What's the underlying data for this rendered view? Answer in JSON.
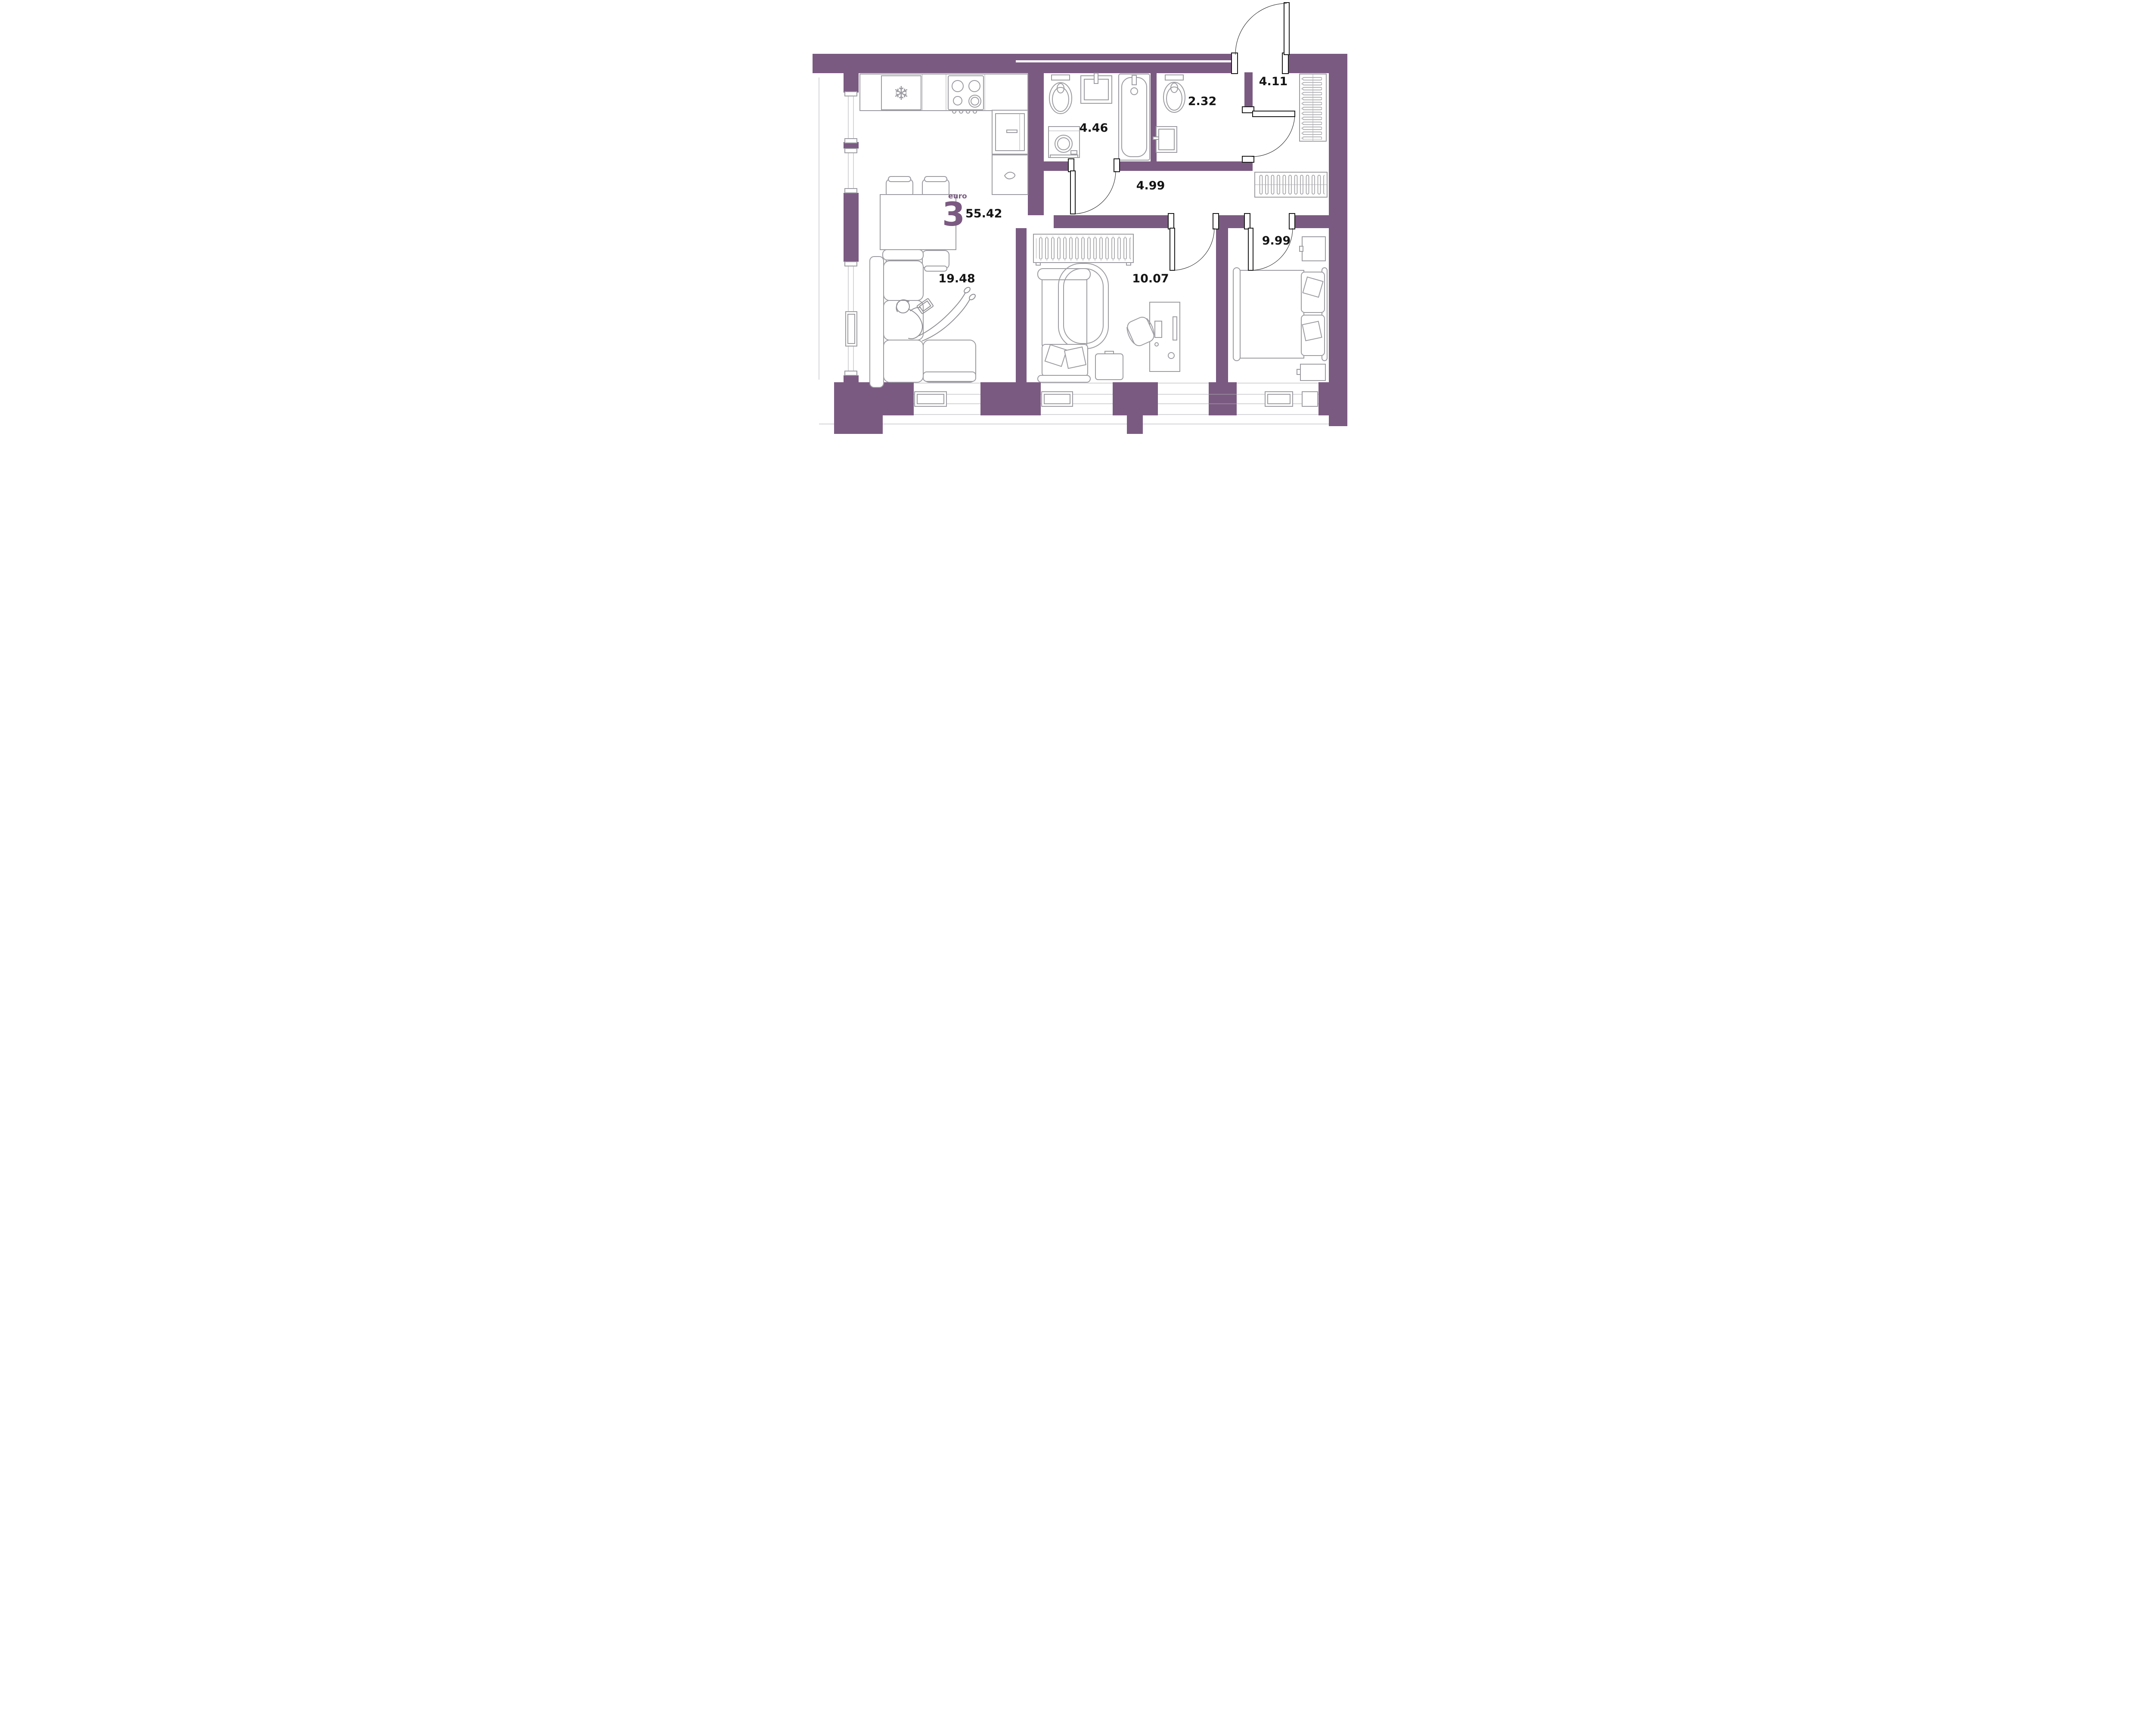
{
  "plan": {
    "summary": {
      "type_label": "euro",
      "rooms_count": "3",
      "total_area": "55.42"
    },
    "rooms": {
      "kitchen_living": {
        "label": "19.48"
      },
      "bathroom": {
        "label": "4.46"
      },
      "wc": {
        "label": "2.32"
      },
      "hallway": {
        "label": "4.11"
      },
      "corridor": {
        "label": "4.99"
      },
      "bedroom1": {
        "label": "10.07"
      },
      "bedroom2": {
        "label": "9.99"
      }
    },
    "icons": {
      "snowflake": "❄"
    },
    "colors": {
      "wall": "#7B5A82",
      "furniture": "#9C9CA1",
      "accent": "#7B5A82",
      "text": "#141414"
    }
  }
}
